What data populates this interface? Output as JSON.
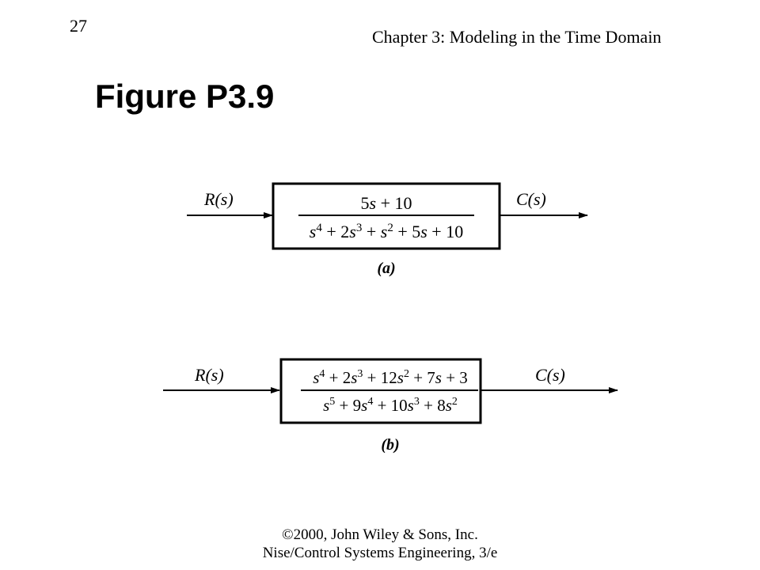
{
  "header": {
    "page_number": "27",
    "chapter_title": "Chapter 3: Modeling in the Time Domain"
  },
  "figure_title": "Figure P3.9",
  "diagram_a": {
    "input_label": "R(s)",
    "output_label": "C(s)",
    "numerator": "5s + 10",
    "denominator": "s4 + 2s3 + s2 + 5s + 10",
    "caption": "(a)"
  },
  "diagram_b": {
    "input_label": "R(s)",
    "output_label": "C(s)",
    "numerator": "s4 + 2s3 + 12s2 + 7s + 3",
    "denominator": "s5 + 9s4 + 10s3 + 8s2",
    "caption": "(b)"
  },
  "footer": {
    "copyright": "©2000, John Wiley & Sons, Inc.",
    "book": "Nise/Control Systems Engineering, 3/e"
  }
}
